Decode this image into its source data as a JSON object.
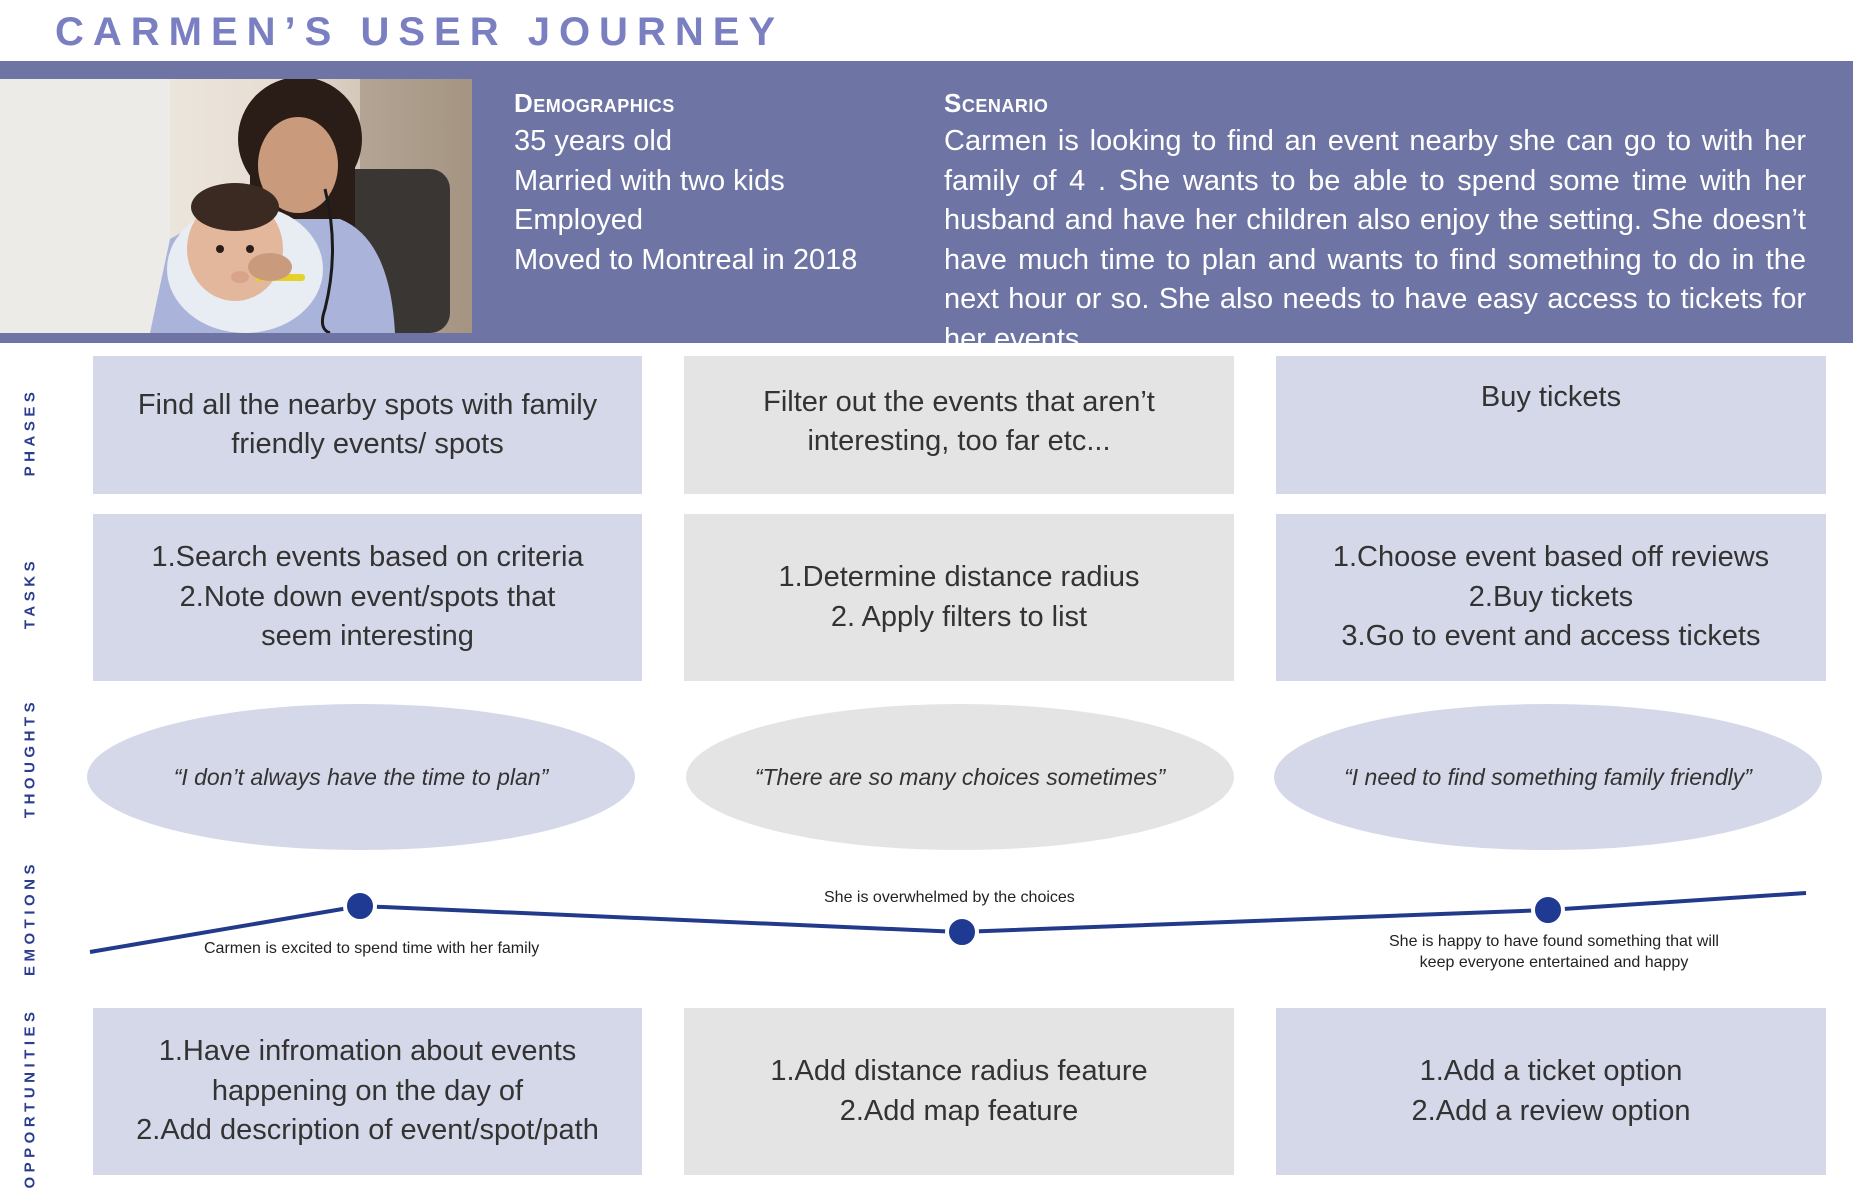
{
  "title": "CARMEN’S USER JOURNEY",
  "banner": {
    "photo_icon": "mother-with-baby-photo",
    "demographics": {
      "heading": "Demographics",
      "items": [
        "35 years old",
        "Married with two kids",
        "Employed",
        "Moved to Montreal in 2018"
      ]
    },
    "scenario": {
      "heading": "Scenario",
      "text": "Carmen is looking to find an event nearby she can go to with her family of 4 . She wants to be able to spend some time with her husband and have her children also enjoy the setting. She doesn’t have much time to plan and wants to find something to do in the next hour or so. She also needs to have easy access to tickets for her events"
    }
  },
  "row_labels": {
    "phases": "PHASES",
    "tasks": "TASKS",
    "thoughts": "THOUGHTS",
    "emotions": "EMOTIONS",
    "opportunities": "OPPORTUNITIES"
  },
  "phases": [
    "Find all the nearby spots with family friendly events/ spots",
    "Filter out the events that aren’t interesting, too far etc...",
    "Buy tickets"
  ],
  "tasks": [
    [
      "1.Search events based on criteria",
      "2.Note down event/spots that seem interesting"
    ],
    [
      "1.Determine distance radius",
      "2. Apply filters to list"
    ],
    [
      "1.Choose event based off reviews",
      "2.Buy tickets",
      "3.Go to event and access tickets"
    ]
  ],
  "thoughts": [
    "“I don’t always have the time to plan”",
    "“There are so many choices sometimes”",
    "“I need to find something family friendly”"
  ],
  "emotions": {
    "notes": [
      "Carmen is excited to spend time with her family",
      "She is overwhelmed by the choices",
      "She is happy to have found something that will",
      "keep everyone entertained and happy"
    ],
    "line_color": "#233a8b",
    "dot_color": "#1f3a93"
  },
  "opportunities": [
    [
      "1.Have infromation about events",
      "happening on the day of",
      "2.Add description of event/spot/path"
    ],
    [
      "1.Add distance radius feature",
      "2.Add map feature"
    ],
    [
      "1.Add a ticket option",
      "2.Add a review option"
    ]
  ],
  "colors": {
    "title": "#7a7fc2",
    "banner": "#6e74a3",
    "box_blue": "#d5d8e8",
    "box_grey": "#e4e4e4",
    "label": "#2a3d8f"
  }
}
